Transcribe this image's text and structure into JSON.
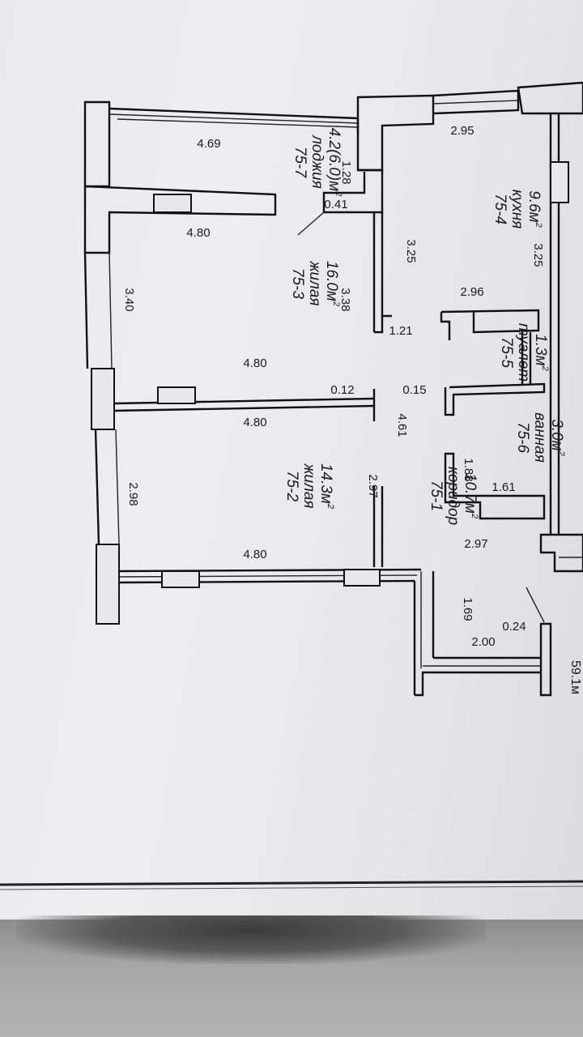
{
  "diagram": {
    "dimensions": [
      {
        "id": "d1",
        "text": "2.95"
      },
      {
        "id": "d2",
        "text": "4.69"
      },
      {
        "id": "d3",
        "text": "1.28"
      },
      {
        "id": "d4",
        "text": "0.41"
      },
      {
        "id": "d5",
        "text": "4.80"
      },
      {
        "id": "d6",
        "text": "3.25"
      },
      {
        "id": "d7",
        "text": "3.25"
      },
      {
        "id": "d8",
        "text": "3.40"
      },
      {
        "id": "d9",
        "text": "3.38"
      },
      {
        "id": "d10",
        "text": "2.96"
      },
      {
        "id": "d11",
        "text": "1.21"
      },
      {
        "id": "d12",
        "text": "4.80"
      },
      {
        "id": "d13",
        "text": "0.12"
      },
      {
        "id": "d14",
        "text": "0.15"
      },
      {
        "id": "d15",
        "text": "4.80"
      },
      {
        "id": "d16",
        "text": "4.61"
      },
      {
        "id": "d17",
        "text": "1.88"
      },
      {
        "id": "d18",
        "text": "2.98"
      },
      {
        "id": "d19",
        "text": "2.97"
      },
      {
        "id": "d20",
        "text": "1.61"
      },
      {
        "id": "d21",
        "text": "2.97"
      },
      {
        "id": "d22",
        "text": "4.80"
      },
      {
        "id": "d23",
        "text": "1.69"
      },
      {
        "id": "d24",
        "text": "0.24"
      },
      {
        "id": "d25",
        "text": "2.00"
      }
    ],
    "rooms": [
      {
        "id": "r7",
        "code": "75-7",
        "name": "лоджия",
        "area": "4.2(6.0)м",
        "sup": "2"
      },
      {
        "id": "r4",
        "code": "75-4",
        "name": "кухня",
        "area": "9.6м",
        "sup": "2"
      },
      {
        "id": "r3",
        "code": "75-3",
        "name": "жилая",
        "area": "16.0м",
        "sup": "2"
      },
      {
        "id": "r5",
        "code": "75-5",
        "name": "туалет",
        "area": "1.3м",
        "sup": "2"
      },
      {
        "id": "r6",
        "code": "75-6",
        "name": "ванная",
        "area": "3.0м",
        "sup": "2"
      },
      {
        "id": "r2",
        "code": "75-2",
        "name": "жилая",
        "area": "14.3м",
        "sup": "2"
      },
      {
        "id": "r1",
        "code": "75-1",
        "name": "коридор",
        "area": "10.7м",
        "sup": "2"
      }
    ],
    "edge_fragment": "59.1м"
  }
}
